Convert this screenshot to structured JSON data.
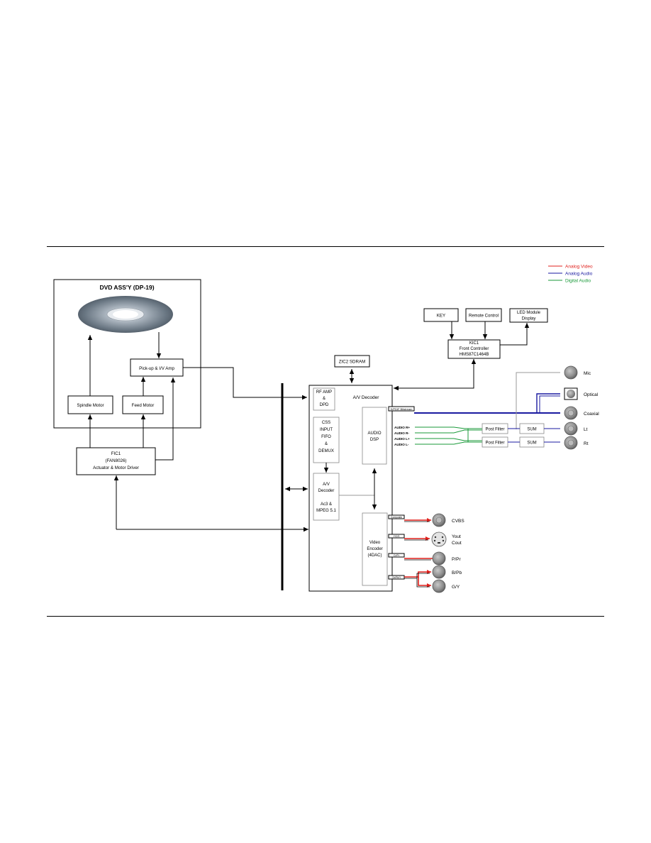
{
  "legend": {
    "analog_video": {
      "label": "Analog Video",
      "color": "#e0201c"
    },
    "analog_audio": {
      "label": "Analog Audio",
      "color": "#1a1aa0"
    },
    "digital_audio": {
      "label": "Digital Audio",
      "color": "#1a9a3a"
    }
  },
  "dvd_assy": {
    "title": "DVD ASS'Y (DP-19)",
    "pickup": "Pick-up & I/V Amp",
    "spindle": "Spindle Motor",
    "feed": "Feed Motor"
  },
  "fic1": {
    "line1": "FIC1",
    "line2": "(FAN8026)",
    "line3": "Actuator & Motor Driver"
  },
  "sdram": "ZIC2 SDRAM",
  "key": "KEY",
  "remote": "Remote Control",
  "led": {
    "line1": "LED Module",
    "line2": "Display"
  },
  "kic1": {
    "line1": "KIC1",
    "line2": "Front Controller",
    "line3": "HMS87C1464B"
  },
  "av_decoder": {
    "title": "A/V Decoder",
    "rf": {
      "line1": "RF AMP",
      "line2": "&",
      "line3": "DPD"
    },
    "css": {
      "line1": "CSS",
      "line2": "INPUT",
      "line3": "FIFO",
      "line4": "&",
      "line5": "DEMUX"
    },
    "audio_dsp": {
      "line1": "AUDIO",
      "line2": "DSP"
    },
    "decoder": {
      "line1": "A/V",
      "line2": "Decoder",
      "line3": "Ac3 &",
      "line4": "MPEG 5.1"
    },
    "video_enc": {
      "line1": "Video",
      "line2": "Encoder",
      "line3": "(4DAC)"
    }
  },
  "tags": {
    "spdif": "S/PDIF Bitstream",
    "cvbs": "Composite",
    "yc": "Y/C/S",
    "pr": "Cr/Pr",
    "yb": "Cb/Pb/Y"
  },
  "audio_labels": [
    "AUDIO R+",
    "AUDIO R-",
    "AUDIO L+",
    "AUDIO L-"
  ],
  "post_filter": "Post Filter",
  "sum": "SUM",
  "connectors": {
    "mic": "Mic",
    "optical": "Optical",
    "coaxial": "Coaxial",
    "lt": "Lt",
    "rt": "Rt",
    "cvbs": "CVBS",
    "yout": "Yout",
    "cout": "Cout",
    "pr": "P/Pr",
    "pb": "B/Pb",
    "gy": "G/Y"
  }
}
